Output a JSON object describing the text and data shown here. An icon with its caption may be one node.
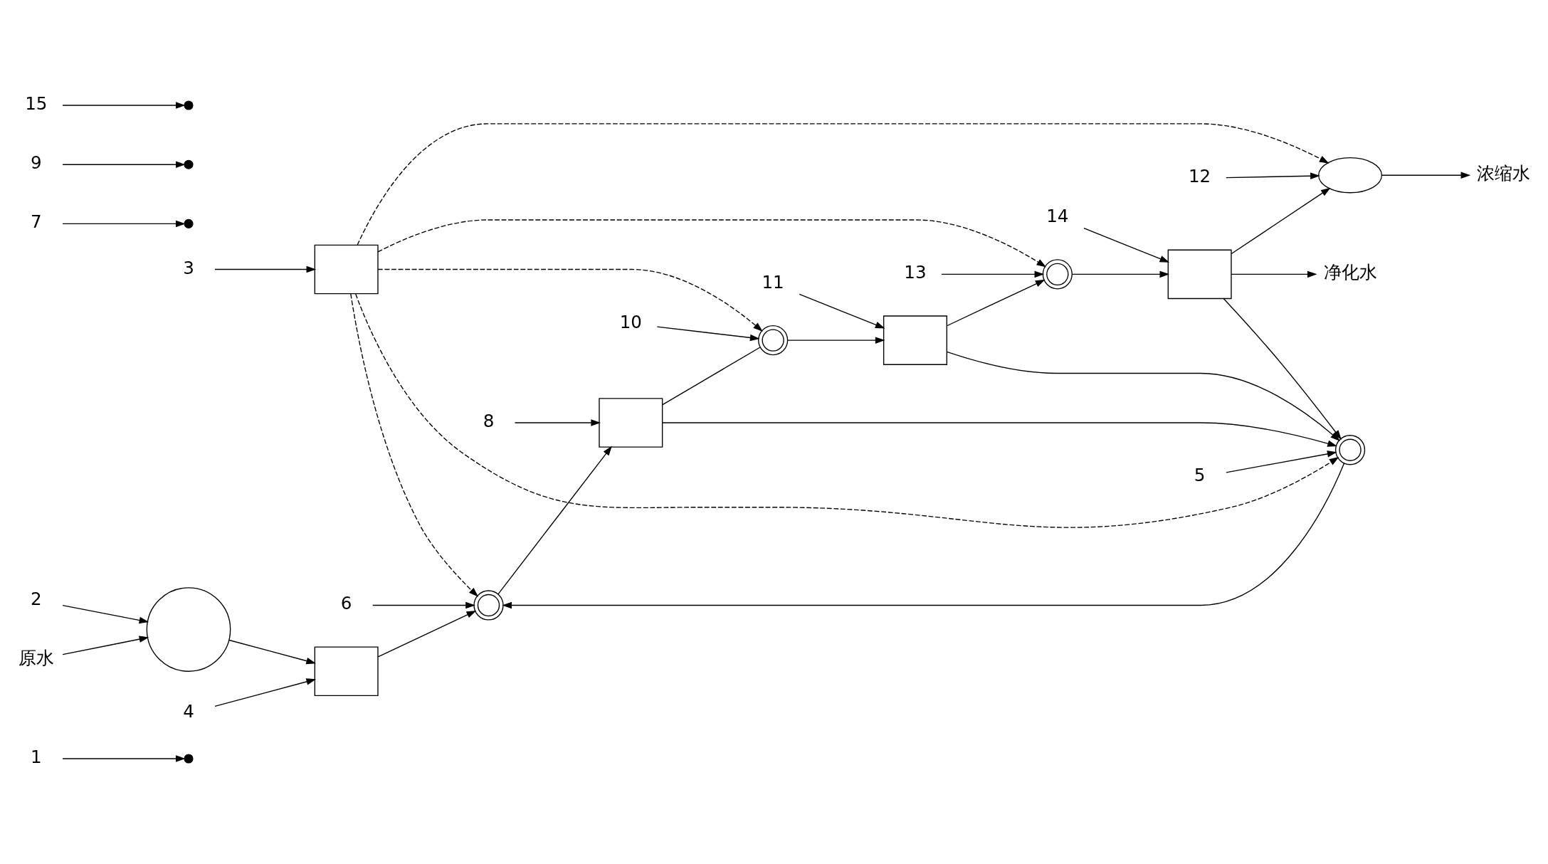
{
  "diagram": {
    "nodes": [
      {
        "text": [
          "1"
        ]
      },
      {
        "text": [
          "2"
        ]
      },
      {
        "text": [
          "3"
        ]
      },
      {
        "text": [
          "4"
        ]
      },
      {
        "text": [],
        "shape": "circle"
      },
      {
        "text": [],
        "shape": "box"
      },
      {
        "text": [
          "原水"
        ]
      },
      {
        "text": [],
        "shape": "box"
      },
      {
        "text": [
          "6"
        ]
      },
      {
        "text": [
          "5"
        ]
      },
      {
        "text": [],
        "shape": "pump"
      },
      {
        "text": [],
        "shape": "box"
      },
      {
        "text": [],
        "shape": "pump"
      },
      {
        "text": [],
        "shape": "box"
      },
      {
        "text": [],
        "shape": "pump"
      },
      {
        "text": [],
        "shape": "box"
      },
      {
        "text": [
          "净化水"
        ]
      },
      {
        "text": [],
        "shape": "pump"
      },
      {
        "text": [],
        "shape": "ellipse"
      },
      {
        "text": [
          "浓缩水"
        ]
      },
      {
        "text": [
          "7"
        ]
      },
      {
        "text": [
          "8"
        ]
      },
      {
        "text": [
          "9"
        ]
      },
      {
        "text": [
          "10"
        ]
      },
      {
        "text": [
          "11"
        ]
      },
      {
        "text": [
          "13"
        ]
      },
      {
        "text": [
          "14"
        ]
      },
      {
        "text": [
          "15"
        ]
      },
      {
        "text": [
          "12"
        ]
      }
    ],
    "edges": [
      {
        "from": 6,
        "to": 4,
        "arrow": "to"
      },
      {
        "from": 4,
        "to": 5,
        "arrow": "to"
      },
      {
        "from": 5,
        "to": 10,
        "arrow": "to"
      },
      {
        "from": 17,
        "to": 10,
        "arrow": "to"
      },
      {
        "from": 10,
        "to": 11,
        "arrow": "to"
      },
      {
        "from": 11,
        "to": 12,
        "arrow": "none"
      },
      {
        "from": 12,
        "to": 13,
        "arrow": "to"
      },
      {
        "from": 13,
        "to": 14,
        "arrow": "to"
      },
      {
        "from": 14,
        "to": 15,
        "arrow": "to"
      },
      {
        "from": 15,
        "to": 16,
        "arrow": "to"
      },
      {
        "from": 11,
        "to": 17,
        "arrow": "to"
      },
      {
        "from": 13,
        "to": 17,
        "arrow": "to"
      },
      {
        "from": 15,
        "to": 17,
        "arrow": "to"
      },
      {
        "from": 15,
        "to": 18,
        "arrow": "to"
      },
      {
        "from": 18,
        "to": 19,
        "arrow": "to"
      },
      {
        "from": 7,
        "to": 10,
        "arrow": "to",
        "style": "dashed"
      },
      {
        "from": 7,
        "to": 17,
        "arrow": "to",
        "style": "dashed"
      },
      {
        "from": 7,
        "to": 12,
        "arrow": "to",
        "style": "dashed"
      },
      {
        "from": 7,
        "to": 14,
        "arrow": "to",
        "style": "dashed"
      },
      {
        "from": 7,
        "to": 18,
        "arrow": "to",
        "style": "dashed"
      },
      {
        "from": 0,
        "to": null,
        "arrow": "to"
      },
      {
        "from": 1,
        "to": 4,
        "arrow": "to"
      },
      {
        "from": 2,
        "to": 7,
        "arrow": "to"
      },
      {
        "from": 3,
        "to": 5,
        "arrow": "to"
      },
      {
        "from": 8,
        "to": 10,
        "arrow": "to"
      },
      {
        "from": 9,
        "to": 17,
        "arrow": "to"
      },
      {
        "from": 20,
        "to": null,
        "arrow": "to"
      },
      {
        "from": 21,
        "to": 11,
        "arrow": "to"
      },
      {
        "from": 22,
        "to": null,
        "arrow": "to"
      },
      {
        "from": 23,
        "to": 12,
        "arrow": "to"
      },
      {
        "from": 24,
        "to": 13,
        "arrow": "to"
      },
      {
        "from": 25,
        "to": 14,
        "arrow": "to"
      },
      {
        "from": 26,
        "to": 15,
        "arrow": "to"
      },
      {
        "from": 27,
        "to": null,
        "arrow": "to"
      },
      {
        "from": 28,
        "to": 18,
        "arrow": "to"
      }
    ]
  }
}
